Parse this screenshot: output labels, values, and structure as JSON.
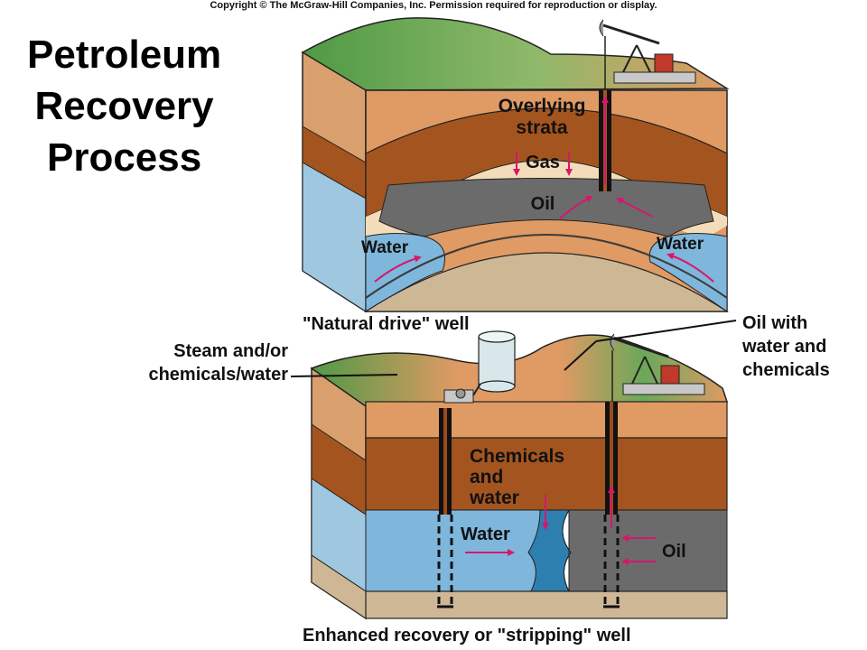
{
  "copyright": "Copyright © The McGraw-Hill Companies, Inc. Permission required for reproduction or display.",
  "title": {
    "line1": "Petroleum",
    "line2": "Recovery",
    "line3": "Process"
  },
  "top_diagram": {
    "caption": "\"Natural drive\" well",
    "overlying_strata_line1": "Overlying",
    "overlying_strata_line2": "strata",
    "gas": "Gas",
    "oil": "Oil",
    "water_left": "Water",
    "water_right": "Water"
  },
  "bottom_diagram": {
    "caption": "Enhanced recovery or \"stripping\" well",
    "steam_line1": "Steam and/or",
    "steam_line2": "chemicals/water",
    "oil_with_line1": "Oil with",
    "oil_with_line2": "water and",
    "oil_with_line3": "chemicals",
    "chemicals_line1": "Chemicals",
    "chemicals_line2": "and",
    "chemicals_line3": "water",
    "water": "Water",
    "oil": "Oil"
  },
  "colors": {
    "surface_green": "#5aa550",
    "surface_tan": "#e09a63",
    "strata_brown": "#a4551f",
    "gas_cream": "#f3dcb9",
    "oil_gray": "#6b6b6b",
    "water_blue": "#7fb6dc",
    "bedrock": "#cdb795",
    "arrow_pink": "#d6176b"
  }
}
